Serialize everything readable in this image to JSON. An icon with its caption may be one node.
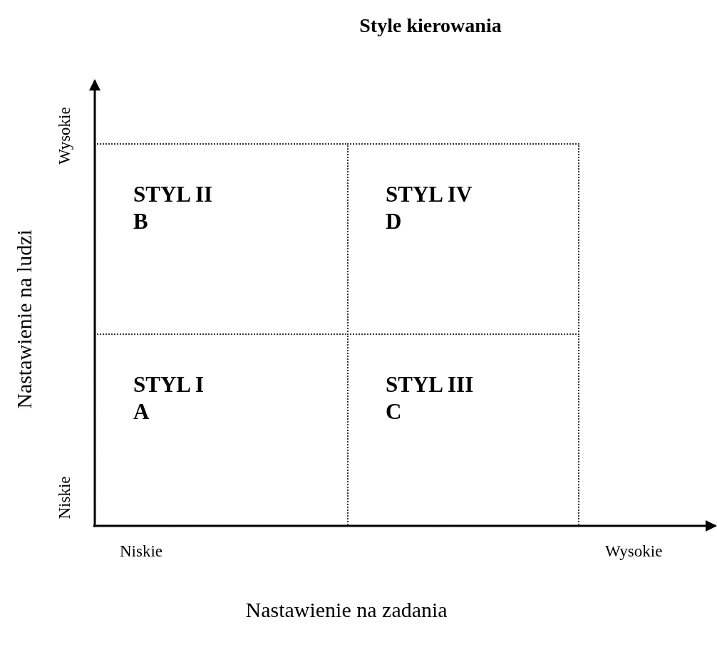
{
  "diagram": {
    "title": "Style kierowania",
    "nodes": [
      {
        "text": [
          "STYL II",
          "B"
        ]
      },
      {
        "text": [
          "STYL IV",
          "D"
        ]
      },
      {
        "text": [
          "STYL I",
          "A"
        ]
      },
      {
        "text": [
          "STYL III",
          "C"
        ]
      }
    ],
    "edges": [],
    "labels": [
      "Wysokie",
      "Nastawienie na ludzi",
      "Niskie",
      "Niskie",
      "Wysokie",
      "Nastawienie na zadania"
    ]
  }
}
